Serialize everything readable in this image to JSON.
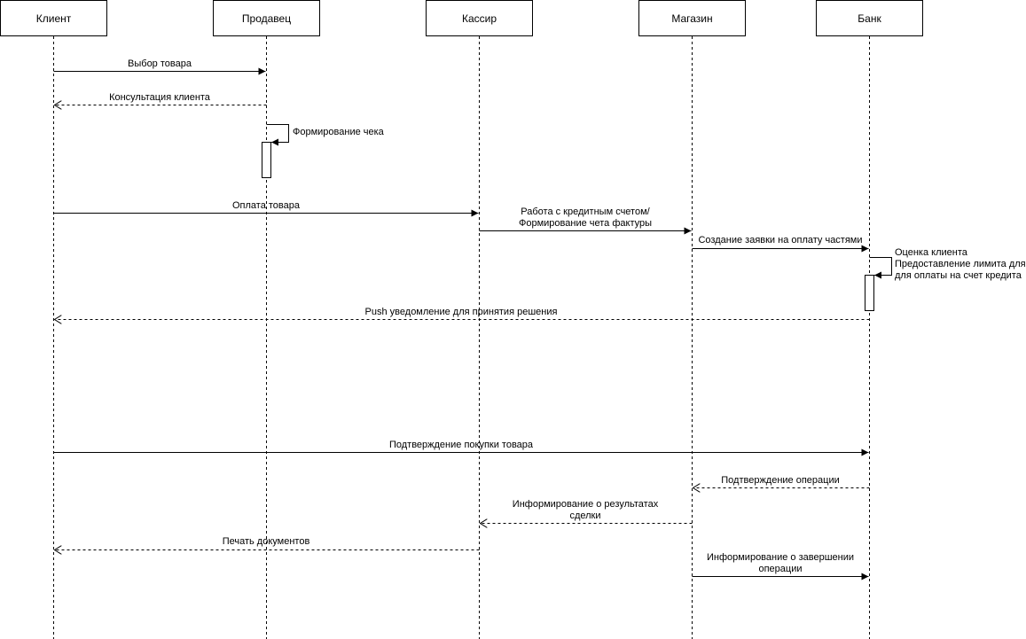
{
  "actors": [
    {
      "id": "client",
      "label": "Клиент"
    },
    {
      "id": "seller",
      "label": "Продавец"
    },
    {
      "id": "cashier",
      "label": "Кассир"
    },
    {
      "id": "store",
      "label": "Магазин"
    },
    {
      "id": "bank",
      "label": "Банк"
    }
  ],
  "messages": [
    {
      "from": "client",
      "to": "seller",
      "kind": "sync",
      "lines": [
        "Выбор товара"
      ]
    },
    {
      "from": "seller",
      "to": "client",
      "kind": "reply",
      "lines": [
        "Консультация клиента"
      ]
    },
    {
      "from": "seller",
      "to": "seller",
      "kind": "self",
      "lines": [
        "Формирование чека"
      ]
    },
    {
      "from": "client",
      "to": "cashier",
      "kind": "sync",
      "lines": [
        "Оплата товара"
      ]
    },
    {
      "from": "cashier",
      "to": "store",
      "kind": "sync",
      "lines": [
        "Работа с кредитным счетом/",
        "Формирование чета фактуры"
      ]
    },
    {
      "from": "store",
      "to": "bank",
      "kind": "sync",
      "lines": [
        "Создание заявки на оплату частями"
      ]
    },
    {
      "from": "bank",
      "to": "bank",
      "kind": "self",
      "lines": [
        "Оценка клиента",
        "Предоставление лимита для",
        "для оплаты на счет кредита"
      ]
    },
    {
      "from": "bank",
      "to": "client",
      "kind": "reply",
      "lines": [
        "Push уведомление для принятия решения"
      ]
    },
    {
      "from": "client",
      "to": "bank",
      "kind": "sync",
      "lines": [
        "Подтверждение покупки товара"
      ]
    },
    {
      "from": "bank",
      "to": "store",
      "kind": "reply",
      "lines": [
        "Подтверждение операции"
      ]
    },
    {
      "from": "store",
      "to": "cashier",
      "kind": "reply",
      "lines": [
        "Информирование о результатах",
        "сделки"
      ]
    },
    {
      "from": "cashier",
      "to": "client",
      "kind": "reply",
      "lines": [
        "Печать документов"
      ]
    },
    {
      "from": "store",
      "to": "bank",
      "kind": "sync",
      "lines": [
        "Информирование  о завершении",
        "операции"
      ]
    }
  ]
}
